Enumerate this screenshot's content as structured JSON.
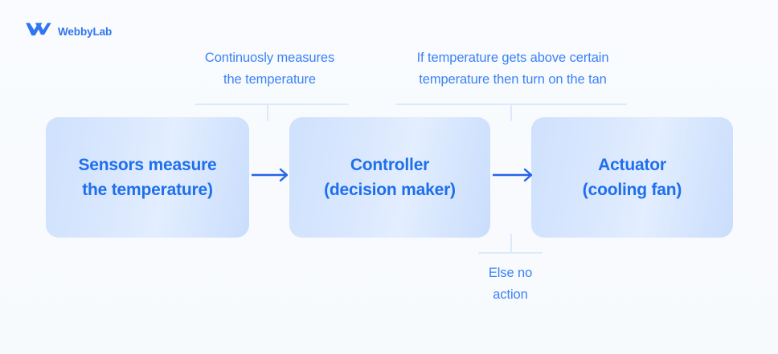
{
  "brand": {
    "name": "WebbyLab",
    "logo_icon": "webbylab-double-chevron-logo",
    "color": "#2f76ef"
  },
  "colors": {
    "background": "#f8fafd",
    "accent_text": "#3b82f6",
    "node_text": "#1f6feb",
    "connector": "#dbe9fb",
    "arrow": "#2563eb",
    "node_gradient_from": "#cfe1fd",
    "node_gradient_to": "#c9ddfc"
  },
  "diagram": {
    "type": "flow",
    "nodes": [
      {
        "id": "sensors",
        "label": "Sensors measure\nthe temperature)"
      },
      {
        "id": "controller",
        "label": "Controller\n(decision maker)"
      },
      {
        "id": "actuator",
        "label": "Actuator\n(cooling fan)"
      }
    ],
    "arrows": [
      {
        "id": "arrow-sensors-to-controller",
        "from": "sensors",
        "to": "controller",
        "icon": "arrow-right-icon"
      },
      {
        "id": "arrow-controller-to-actuator",
        "from": "controller",
        "to": "actuator",
        "icon": "arrow-right-icon"
      }
    ],
    "annotations": [
      {
        "id": "ann-sensors-to-controller",
        "text": "Continuosly measures\nthe temperature"
      },
      {
        "id": "ann-controller-to-actuator",
        "text": "If temperature gets above certain\ntemperature then turn on the tan"
      },
      {
        "id": "ann-else",
        "text": "Else no\naction"
      }
    ]
  }
}
